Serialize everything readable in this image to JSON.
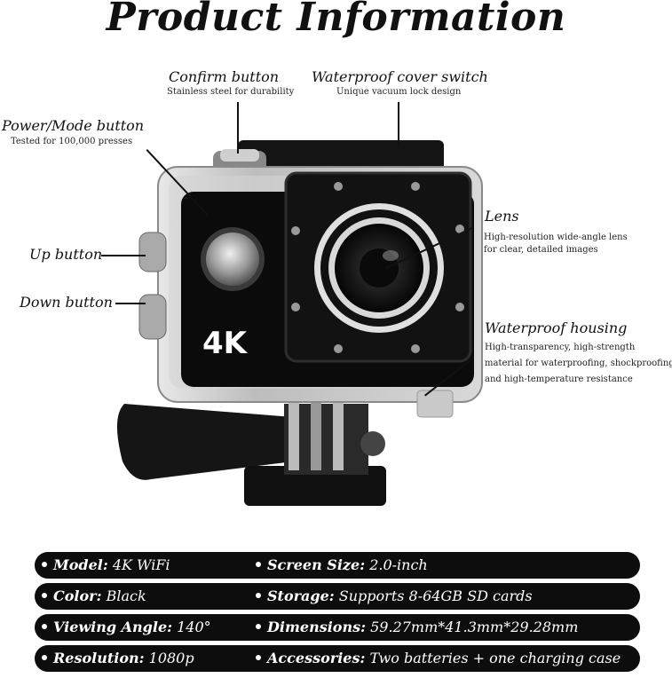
{
  "title": "Product Information",
  "callouts": {
    "confirm": {
      "title": "Confirm button",
      "sub": "Stainless steel for durability"
    },
    "cover": {
      "title": "Waterproof cover switch",
      "sub": "Unique vacuum lock design"
    },
    "power": {
      "title": "Power/Mode button",
      "sub": "Tested for 100,000 presses"
    },
    "lens": {
      "title": "Lens",
      "sub1": "High-resolution wide-angle lens",
      "sub2": "for clear, detailed images"
    },
    "up": {
      "title": "Up button"
    },
    "down": {
      "title": "Down button"
    },
    "housing": {
      "title": "Waterproof housing",
      "sub1": "High-transparency, high-strength",
      "sub2": "material for waterproofing, shockproofing,",
      "sub3": "and high-temperature resistance"
    }
  },
  "camera_badge": "4K",
  "specs": [
    {
      "l_label": "Model:",
      "l_value": "4K WiFi",
      "r_label": "Screen Size:",
      "r_value": "2.0-inch"
    },
    {
      "l_label": "Color:",
      "l_value": "Black",
      "r_label": "Storage:",
      "r_value": "Supports 8-64GB SD cards"
    },
    {
      "l_label": "Viewing Angle:",
      "l_value": "140°",
      "r_label": "Dimensions:",
      "r_value": "59.27mm*41.3mm*29.28mm"
    },
    {
      "l_label": "Resolution:",
      "l_value": "1080p",
      "r_label": "Accessories:",
      "r_value": "Two batteries + one charging case"
    }
  ]
}
